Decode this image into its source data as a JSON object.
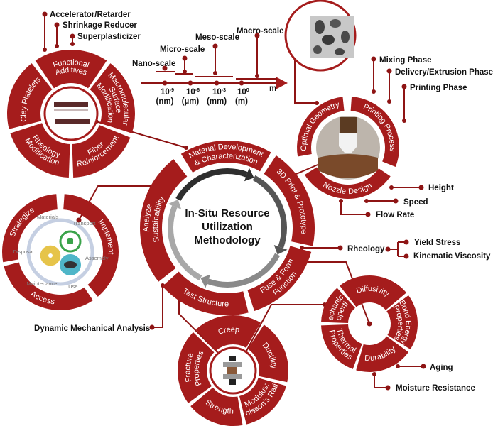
{
  "colors": {
    "primary": "#a51c1c",
    "line": "#8e1414",
    "text": "#111111",
    "arrow_dark": "#333333",
    "arrow_light": "#9a9a9a"
  },
  "center": {
    "title_lines": [
      "In-Situ Resource",
      "Utilization",
      "Methodology"
    ],
    "segments": [
      "Material Development & Characterization",
      "3D Print & Prototype",
      "Fuse & Form Function",
      "Test Structure",
      "Analyze Sustainability"
    ]
  },
  "functional_wheel": {
    "segments": [
      "Functional Additives",
      "Macromolecular Surface Modification",
      "Fiber Reinforcement",
      "Rheology Modification",
      "Clay Platelets"
    ],
    "center_image": "layered-clay-structure",
    "additives": [
      "Accelerator/Retarder",
      "Shrinkage Reducer",
      "Superplasticizer"
    ]
  },
  "scale_axis": {
    "levels": [
      "Nano-scale",
      "Micro-scale",
      "Meso-scale",
      "Macro-scale"
    ],
    "ticks": [
      {
        "exp": "10",
        "sup": "-9",
        "unit": "(nm)"
      },
      {
        "exp": "10",
        "sup": "-6",
        "unit": "(µm)"
      },
      {
        "exp": "10",
        "sup": "-3",
        "unit": "(mm)"
      },
      {
        "exp": "10",
        "sup": "0",
        "unit": "(m)"
      }
    ],
    "axis_unit": "m"
  },
  "print_wheel": {
    "segments": [
      "Optimal Geometry",
      "Printing Process",
      "Nozzle Design"
    ],
    "top_image": "porous-lattice-structure",
    "center_image": "3d-printing-nozzle",
    "process_phases": [
      "Mixing Phase",
      "Delivery/Extrusion Phase",
      "Printing Phase"
    ],
    "nozzle_params": [
      "Height",
      "Speed",
      "Flow Rate"
    ]
  },
  "sustainability_wheel": {
    "segments": [
      "Strategize",
      "Implement",
      "Access"
    ],
    "cycle": [
      "Materials",
      "Transport",
      "Assembly",
      "Use",
      "Maintenance",
      "Disposal"
    ],
    "icons": [
      "radiation-icon",
      "plug-icon",
      "co2-icon"
    ]
  },
  "rheology": {
    "label": "Rheology",
    "children": [
      "Yield Stress",
      "Kinematic Viscosity"
    ]
  },
  "properties_wheel": {
    "segments": [
      "Diffusivity",
      "Bond Energy Properties",
      "Durability",
      "Thermal Properties",
      "Mechanical Properties"
    ],
    "durability_children": [
      "Aging",
      "Moisture Resistance"
    ]
  },
  "test_wheel": {
    "segments": [
      "Creep",
      "Ductility",
      "Modulus; Poisson's Ratio",
      "Strength",
      "Fracture Properties"
    ],
    "center_image": "test-specimen-fixture"
  },
  "dma_label": "Dynamic Mechanical Analysis"
}
